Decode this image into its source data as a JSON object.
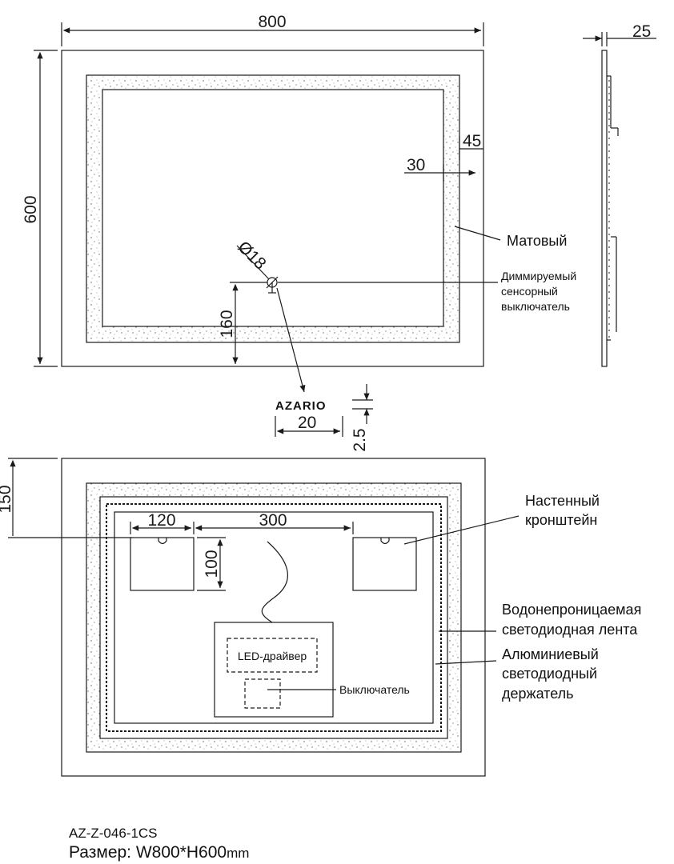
{
  "front_view": {
    "dim_width": "800",
    "dim_height": "600",
    "dim_frame": "45",
    "dim_inner": "30",
    "dim_switch_dia": "Ø18",
    "dim_switch_height": "160",
    "label_matte": "Матовый",
    "label_switch_line1": "Диммируемый",
    "label_switch_line2": "сенсорный",
    "label_switch_line3": "выключатель"
  },
  "side_view": {
    "dim_depth": "25"
  },
  "logo": {
    "brand": "AZARIO",
    "dim_logo_width": "20",
    "dim_logo_height": "2.5"
  },
  "back_view": {
    "dim_top_offset": "150",
    "dim_bracket_width": "120",
    "dim_bracket_spacing": "300",
    "dim_bracket_height": "100",
    "label_bracket_line1": "Настенный",
    "label_bracket_line2": "кронштейн",
    "label_led_strip_line1": "Водонепроницаемая",
    "label_led_strip_line2": "светодиодная лента",
    "label_holder_line1": "Алюминиевый",
    "label_holder_line2": "светодиодный",
    "label_holder_line3": "держатель",
    "label_driver": "LED-драйвер",
    "label_switch": "Выключатель"
  },
  "footer": {
    "model": "AZ-Z-046-1CS",
    "size_prefix": "Размер: W800*H600",
    "size_unit": "mm"
  }
}
